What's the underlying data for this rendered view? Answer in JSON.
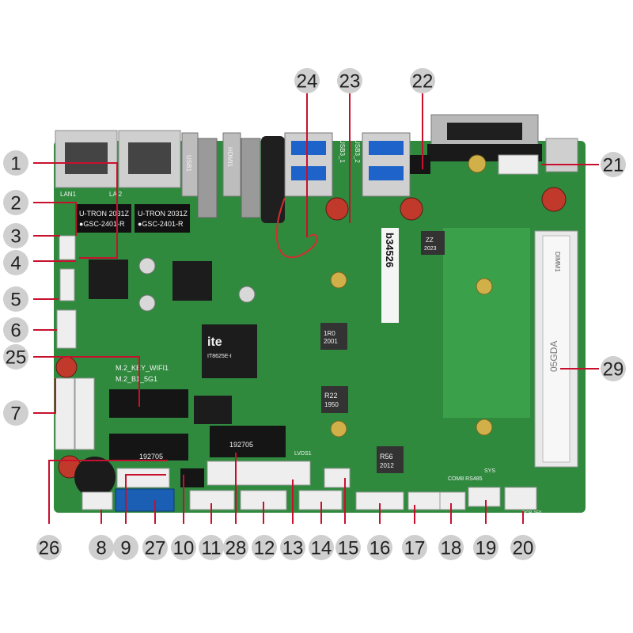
{
  "board": {
    "silkscreen": {
      "lan1": "LAN1",
      "lan2": "LA 2",
      "usb1": "USB1",
      "hdmi1": "HDMI1",
      "usb3_1": "USB3_1",
      "usb3_2": "USB3_2",
      "transformer_1": [
        "U-TRON 2031Z",
        "●GSC-2401-R"
      ],
      "transformer_2": [
        "U-TRON 2031Z",
        "●GSC-2401-R"
      ],
      "ite_chip": [
        "ite",
        "IT8625E-I"
      ],
      "inductor_1": [
        "1R0",
        "2001"
      ],
      "inductor_2": [
        "R22",
        "1950"
      ],
      "inductor_3": [
        "R56",
        "2012"
      ],
      "inductor_4": [
        "ZZ",
        "2023"
      ],
      "m2_wifi_1": "M.2_KEY_WIFI1",
      "m2_wifi_2": "M.2_B1_5G1",
      "slot_1": "192705",
      "slot_2": "192705",
      "sticker": "b34526",
      "dimm": "DIMM1",
      "dimm_vertical": "05GDA",
      "lvds1": "LVDS1",
      "com_rs485": "COM8 RS485",
      "sys": "SYS",
      "pcb_code": "PCB-150"
    }
  },
  "callouts": [
    {
      "n": "1"
    },
    {
      "n": "2"
    },
    {
      "n": "3"
    },
    {
      "n": "4"
    },
    {
      "n": "5"
    },
    {
      "n": "6"
    },
    {
      "n": "7"
    },
    {
      "n": "8"
    },
    {
      "n": "9"
    },
    {
      "n": "10"
    },
    {
      "n": "11"
    },
    {
      "n": "12"
    },
    {
      "n": "13"
    },
    {
      "n": "14"
    },
    {
      "n": "15"
    },
    {
      "n": "16"
    },
    {
      "n": "17"
    },
    {
      "n": "18"
    },
    {
      "n": "19"
    },
    {
      "n": "20"
    },
    {
      "n": "21"
    },
    {
      "n": "22"
    },
    {
      "n": "23"
    },
    {
      "n": "24"
    },
    {
      "n": "25"
    },
    {
      "n": "26"
    },
    {
      "n": "27"
    },
    {
      "n": "28"
    },
    {
      "n": "29"
    }
  ],
  "colors": {
    "pcb": "#2f8a3e",
    "pcb_dark": "#236b30",
    "leader": "#c8102e",
    "badge": "#cfcfcf",
    "connector": "#eeeeee",
    "sata": "#1a5fb4"
  }
}
